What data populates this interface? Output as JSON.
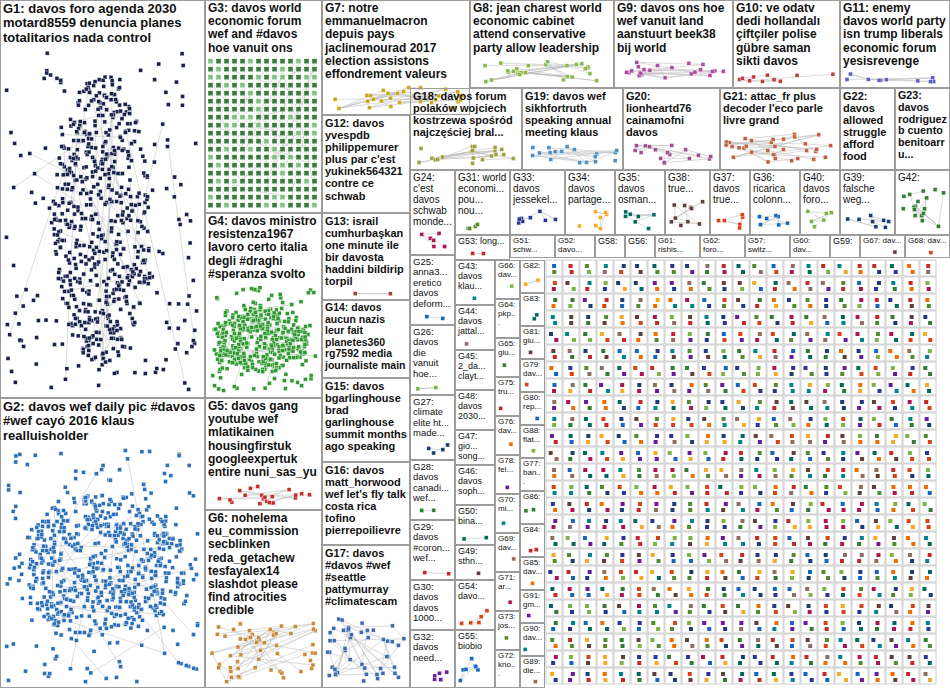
{
  "diagram": {
    "nodes": [
      {
        "text": [
          "G1: davos foro agenda 2030 motard8559 denuncia planes totalitarios nada control"
        ]
      },
      {
        "text": [
          "G2: davos wef daily pic #davos #wef cayó 2016 klaus realluisholder"
        ]
      },
      {
        "text": [
          "G3: davos world economic forum wef and #davos hoe vanuit ons"
        ]
      },
      {
        "text": [
          "G4: davos ministro resistenza1967 lavoro certo italia degli #draghi #speranza svolto"
        ]
      },
      {
        "text": [
          "G5: davos gang youtube wef mlatikainen housingfirstuk googleexpertuk entire nuni_sas_yu"
        ]
      },
      {
        "text": [
          "G6: nohelema eu_commission secblinken reda_getachew tesfayalex14 slashdot please find atrocities credible"
        ]
      },
      {
        "text": [
          "G7: notre emmanuelmacron depuis pays jaclinemourad 2017 election assistons effondrement valeurs"
        ]
      },
      {
        "text": [
          "G8: jean charest world economic cabinet attend conservative party allow leadership"
        ]
      },
      {
        "text": [
          "G9: davos ons hoe wef vanuit land aanstuurt beek38 bij world"
        ]
      },
      {
        "text": [
          "G10: ve odatv dedi hollandalı çiftçiler polise gübre saman sikti davos"
        ]
      },
      {
        "text": [
          "G11: enemy davos world party isn trump liberals economic forum yesisrevenge"
        ]
      },
      {
        "text": [
          "G12: davos yvespdb philippemurer plus par c'est yukinek564321 contre ce schwab"
        ]
      },
      {
        "text": [
          "G13: israil cumhurbaşkan one minute ile bir davosta haddini bildirip torpil"
        ]
      },
      {
        "text": [
          "G14: davos aucun nazis leur fait planetes360 rg7592 media journaliste main"
        ]
      },
      {
        "text": [
          "G15: davos bgarlinghouse brad garlinghouse summit months ago speaking"
        ]
      },
      {
        "text": [
          "G16: davos matt_horwood wef let's fly talk costa rica tofino pierrepoilievre"
        ]
      },
      {
        "text": [
          "G17: davos #davos #wef #seattle pattymurray #climatescam"
        ]
      },
      {
        "text": [
          "G18: davos forum polaków wojciech kostrzewa spośród najczęściej bral..."
        ]
      },
      {
        "text": [
          "G19: davos wef sikhfortruth speaking annual meeting klaus"
        ]
      },
      {
        "text": [
          "G20: lionheartd76 cainamofni davos"
        ]
      },
      {
        "text": [
          "G21: attac_fr plus decoder l'eco parle livre grand"
        ]
      },
      {
        "text": [
          "G22: davos allowed struggle afford food"
        ]
      },
      {
        "text": [
          "G23: davos rodriguezb cuento benitoarru..."
        ]
      },
      {
        "text": [
          "G24: c'est davos schwab monde..."
        ]
      },
      {
        "text": [
          "G31: world economi... pou... nou..."
        ]
      },
      {
        "text": [
          "G33: davos jessekel..."
        ]
      },
      {
        "text": [
          "G34: davos partage..."
        ]
      },
      {
        "text": [
          "G35: davos osman..."
        ]
      },
      {
        "text": [
          "G38: true..."
        ]
      },
      {
        "text": [
          "G37: davos true..."
        ]
      },
      {
        "text": [
          "G36: ricarica colonn..."
        ]
      },
      {
        "text": [
          "G40: davos foro..."
        ]
      },
      {
        "text": [
          "G39: falsche weg..."
        ]
      },
      {
        "text": [
          "G42:"
        ]
      },
      {
        "text": [
          "G53: long..."
        ]
      },
      {
        "text": [
          "G51: schw..."
        ]
      },
      {
        "text": [
          "G52: davo..."
        ]
      },
      {
        "text": [
          "G58:"
        ]
      },
      {
        "text": [
          "G56:"
        ]
      },
      {
        "text": [
          "G61: rishis..."
        ]
      },
      {
        "text": [
          "G62: foro..."
        ]
      },
      {
        "text": [
          "G57: switz..."
        ]
      },
      {
        "text": [
          "G60: dav..."
        ]
      },
      {
        "text": [
          "G59:"
        ]
      },
      {
        "text": [
          "G67: dav..."
        ]
      },
      {
        "text": [
          "G68: dav..."
        ]
      },
      {
        "text": [
          "G25: anna3... eretico davos deform..."
        ]
      },
      {
        "text": [
          "G26: davos die vanuit hoe..."
        ]
      },
      {
        "text": [
          "G27: climate elite ht... made..."
        ]
      },
      {
        "text": [
          "G28: davos canadi... wef..."
        ]
      },
      {
        "text": [
          "G29: davos #coron... wef..."
        ]
      },
      {
        "text": [
          "G30: davos davos 1000..."
        ]
      },
      {
        "text": [
          "G32: davos need..."
        ]
      },
      {
        "text": [
          "G43: davos klau..."
        ]
      },
      {
        "text": [
          "G44: davos jattal..."
        ]
      },
      {
        "text": [
          "G45: 2_da... clayt..."
        ]
      },
      {
        "text": [
          "G48: davos 2030..."
        ]
      },
      {
        "text": [
          "G47: gio... song..."
        ]
      },
      {
        "text": [
          "G46: davos soph..."
        ]
      },
      {
        "text": [
          "G50: bina..."
        ]
      },
      {
        "text": [
          "G49: sthn..."
        ]
      },
      {
        "text": [
          "G54: davo..."
        ]
      },
      {
        "text": [
          "G55: biobio"
        ]
      },
      {
        "text": [
          "G66: dav..."
        ]
      },
      {
        "text": [
          "G64: pkp..."
        ]
      },
      {
        "text": [
          "G65: giu..."
        ]
      },
      {
        "text": [
          "G75: tru..."
        ]
      },
      {
        "text": [
          "G76: dav..."
        ]
      },
      {
        "text": [
          "G78: fel..."
        ]
      },
      {
        "text": [
          "G70: mi..."
        ]
      },
      {
        "text": [
          "G69: dav..."
        ]
      },
      {
        "text": [
          "G71: ar..."
        ]
      },
      {
        "text": [
          "G73: jos..."
        ]
      },
      {
        "text": [
          "G72: kno..."
        ]
      },
      {
        "text": [
          "G82:"
        ]
      },
      {
        "text": [
          "G83:"
        ]
      },
      {
        "text": [
          "G81: giu..."
        ]
      },
      {
        "text": [
          "G79: dav..."
        ]
      },
      {
        "text": [
          "G80: rep..."
        ]
      },
      {
        "text": [
          "G88: flat..."
        ]
      },
      {
        "text": [
          "G77: ban..."
        ]
      },
      {
        "text": [
          "G86:"
        ]
      },
      {
        "text": [
          "G84:"
        ]
      },
      {
        "text": [
          "G85: dav..."
        ]
      },
      {
        "text": [
          "G91: gm..."
        ]
      },
      {
        "text": [
          "G90: dav..."
        ]
      },
      {
        "text": [
          "G89: die..."
        ]
      }
    ]
  }
}
